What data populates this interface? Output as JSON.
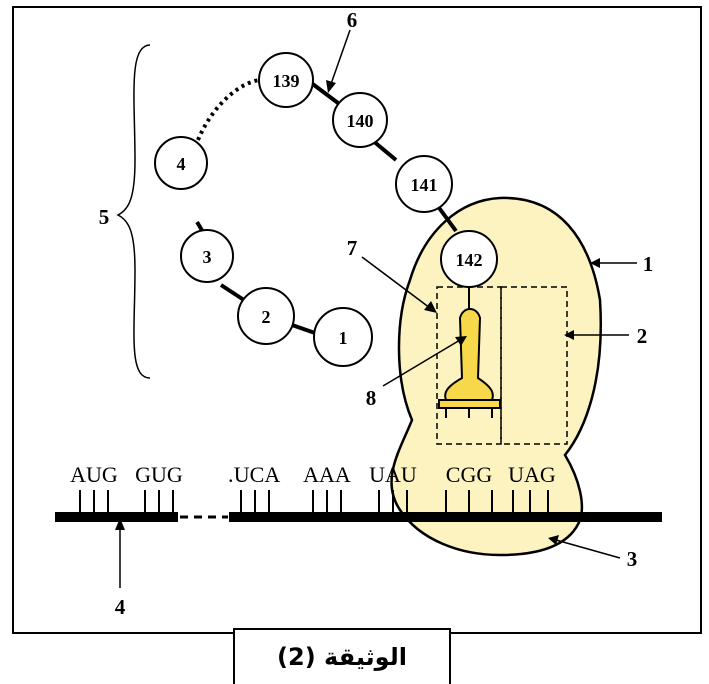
{
  "caption": "الوثيقة (2)",
  "codons": [
    "AUG",
    "GUG",
    "UCA",
    "AAA",
    "UAU",
    "CGG",
    "UAG"
  ],
  "amino_acids": [
    "1",
    "2",
    "3",
    "4",
    "139",
    "140",
    "141",
    "142"
  ],
  "labels": [
    "1",
    "2",
    "3",
    "4",
    "5",
    "6",
    "7",
    "8"
  ],
  "colors": {
    "ribosome": "#fdf3c0",
    "trna": "#f6d84a",
    "line": "#000000"
  }
}
